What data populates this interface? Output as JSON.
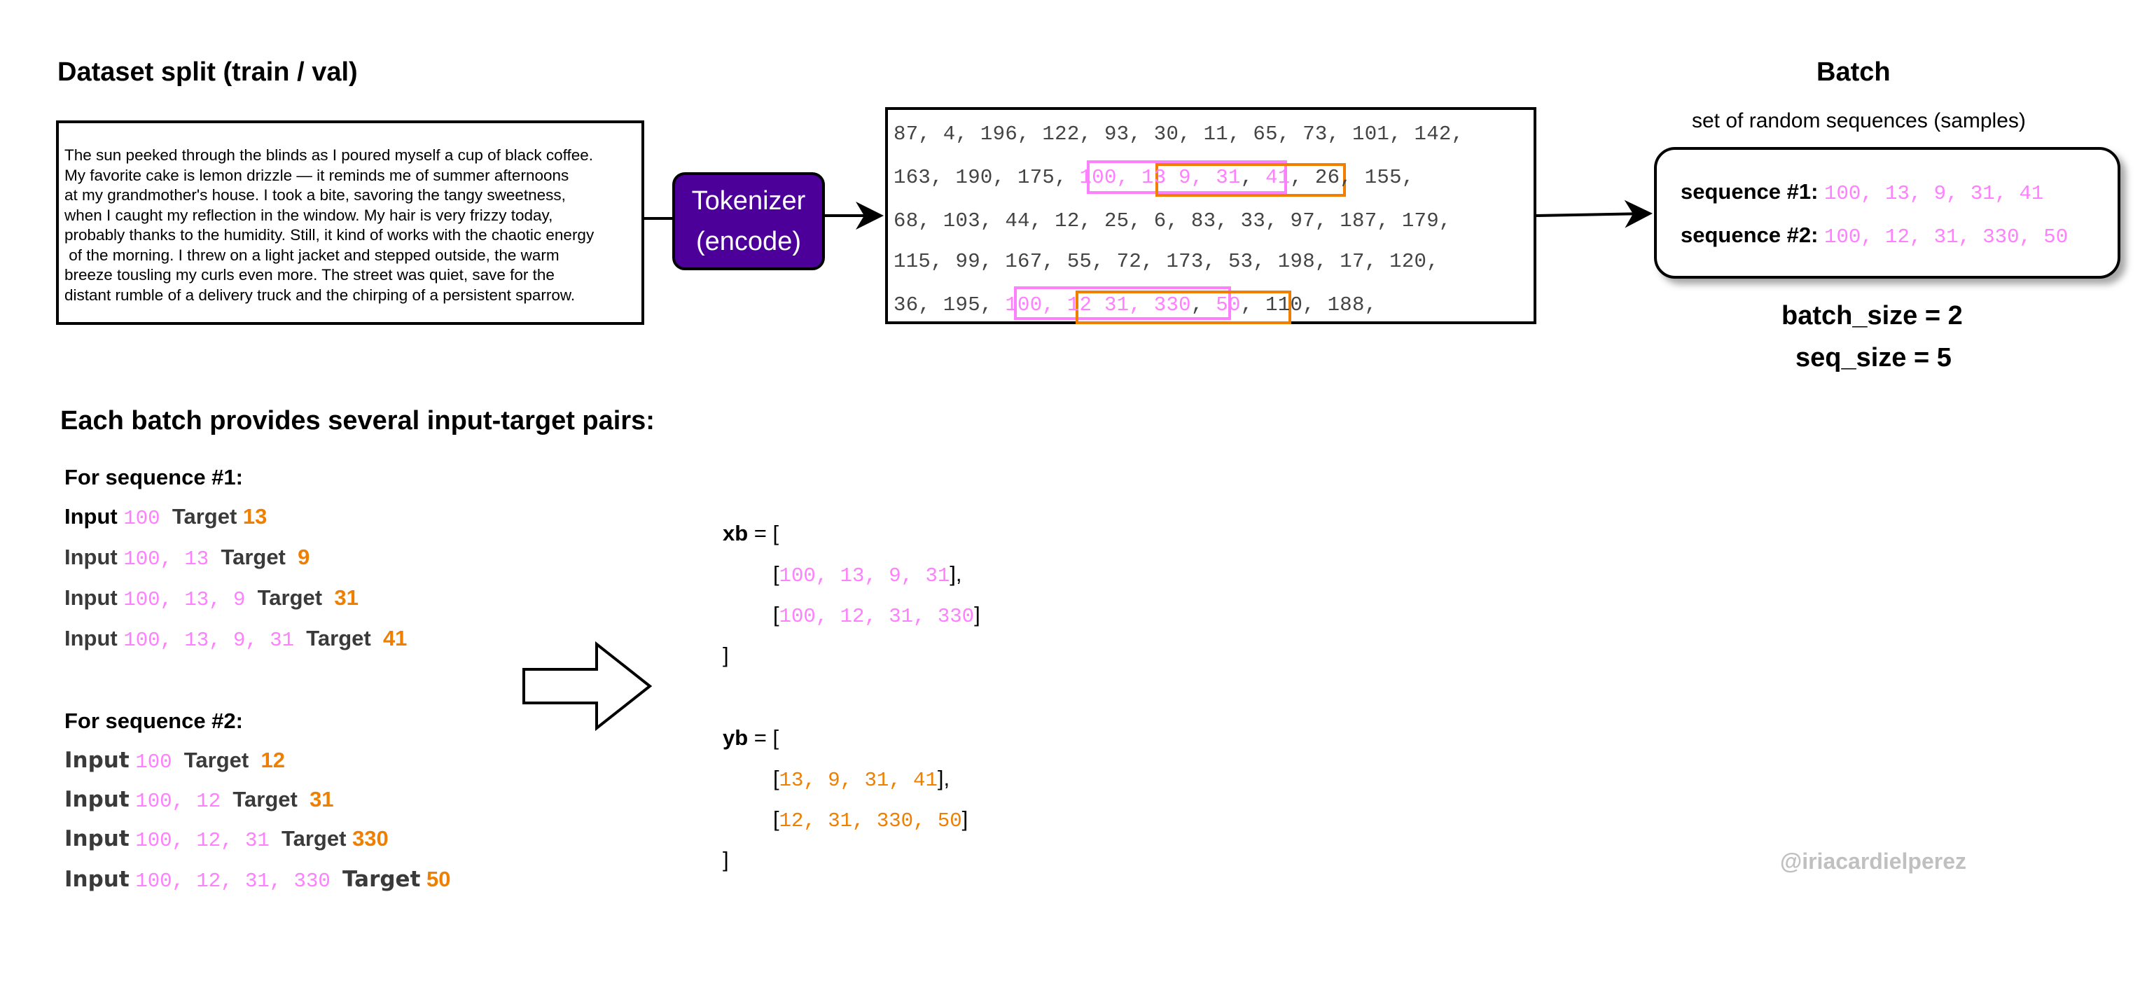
{
  "titles": {
    "dataset_split": "Dataset split (train / val)",
    "batch": "Batch",
    "batch_subtitle": "set of random sequences (samples)",
    "pairs": "Each batch provides several input-target pairs:"
  },
  "text_box": {
    "lines": [
      "The sun peeked through the blinds as I poured myself a cup of black coffee.",
      "My favorite cake is lemon drizzle — it reminds me of summer afternoons",
      "at my grandmother's house. I took a bite, savoring the tangy sweetness,",
      "when I caught my reflection in the window. My hair is very frizzy today,",
      "probably thanks to the humidity. Still, it kind of works with the chaotic energy",
      " of the morning. I threw on a light jacket and stepped outside, the warm",
      "breeze tousling my curls even more. The street was quiet, save for the",
      "distant rumble of a delivery truck and the chirping of a persistent sparrow."
    ]
  },
  "tokenizer": {
    "line1": "Tokenizer",
    "line2": "(encode)"
  },
  "tokens": {
    "line1": "87, 4, 196, 122, 93, 30, 11, 65, 73, 101, 142,",
    "line2_a": "163, 190, 175, ",
    "line2_b": "100, ",
    "line2_c": "13 9, 31",
    "line2_d": ", ",
    "line2_e": "41",
    "line2_f": ", 26, 155,",
    "line3": "68, 103, 44, 12, 25, 6, 83, 33, 97, 187, 179,",
    "line4": "115, 99, 167, 55, 72, 173, 53, 198, 17, 120,",
    "line5_a": "36, 195, ",
    "line5_b": "100, ",
    "line5_c": "12 31, 330",
    "line5_d": ", ",
    "line5_e": "50",
    "line5_f": ", 110, 188,"
  },
  "batch": {
    "seq1_label": "sequence #1: ",
    "seq1_values": "100, 13, 9, 31, 41",
    "seq2_label": "sequence #2: ",
    "seq2_values": "100, 12, 31, 330, 50",
    "batch_size": "batch_size = 2",
    "seq_size": "seq_size = 5"
  },
  "pairs": {
    "input_word": "Input",
    "target_word": "Target",
    "seq1_header": "For sequence #1:",
    "seq1": [
      {
        "input": "100",
        "target": "13"
      },
      {
        "input": "100, 13",
        "target": "9"
      },
      {
        "input": "100, 13, 9",
        "target": "31"
      },
      {
        "input": "100, 13, 9, 31",
        "target": "41"
      }
    ],
    "seq2_header": "For sequence #2:",
    "seq2": [
      {
        "input": "100",
        "target": "12"
      },
      {
        "input": "100, 12",
        "target": "31"
      },
      {
        "input": "100, 12, 31",
        "target": "330"
      },
      {
        "input": "100, 12, 31, 330",
        "target": "50"
      }
    ]
  },
  "code": {
    "xb_name": "xb",
    "yb_name": "yb",
    "assign_open": " = [",
    "close": "]",
    "xb_rows": [
      "100, 13, 9, 31",
      "100, 12, 31, 330"
    ],
    "yb_rows": [
      "13, 9, 31, 41",
      "12, 31, 330, 50"
    ]
  },
  "watermark": "@iriacardielperez",
  "colors": {
    "input": "#ff80ff",
    "target": "#f07f00",
    "tokenizer": "#4c0099",
    "watermark": "#c0c0c0"
  }
}
